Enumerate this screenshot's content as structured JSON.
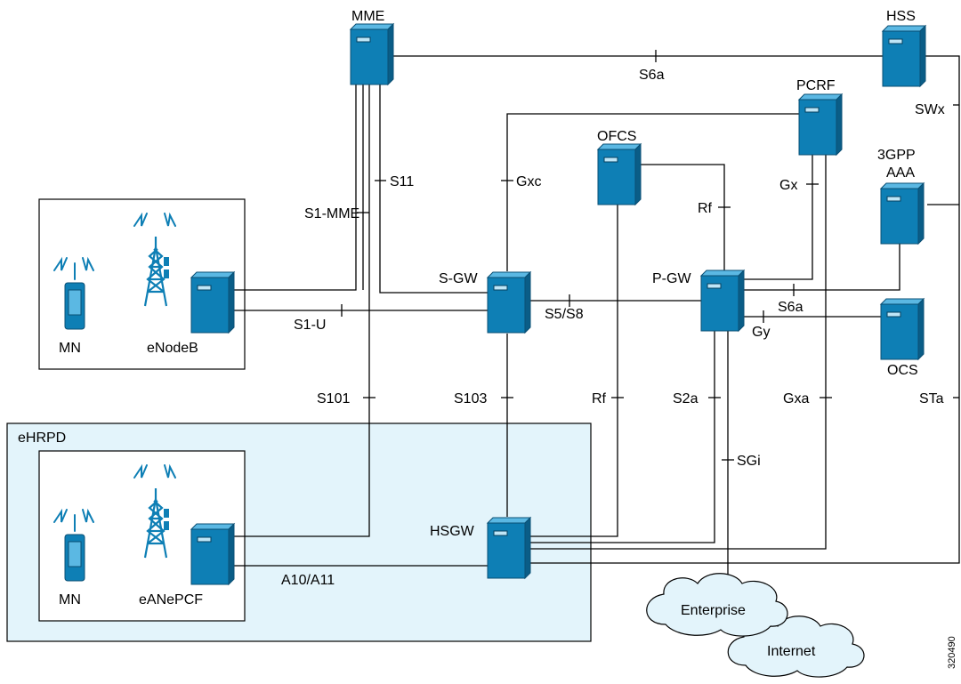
{
  "nodes": {
    "mme": "MME",
    "hss": "HSS",
    "pcrf": "PCRF",
    "ofcs": "OFCS",
    "aaa_line1": "3GPP",
    "aaa_line2": "AAA",
    "sgw": "S-GW",
    "pgw": "P-GW",
    "ocs": "OCS",
    "hsgw": "HSGW",
    "enodeb": "eNodeB",
    "mn_lte": "MN",
    "mn_ehrpd": "MN",
    "eanepcf": "eANePCF",
    "ehrpd_region": "eHRPD",
    "enterprise": "Enterprise",
    "internet": "Internet"
  },
  "interfaces": {
    "s6a_top": "S6a",
    "swx": "SWx",
    "s11": "S11",
    "s1_mme": "S1-MME",
    "gxc": "Gxc",
    "gx": "Gx",
    "rf_pgw": "Rf",
    "s1_u": "S1-U",
    "s5_s8": "S5/S8",
    "s6a_pgw": "S6a",
    "gy": "Gy",
    "s101": "S101",
    "s103": "S103",
    "rf_hsgw": "Rf",
    "s2a": "S2a",
    "gxa": "Gxa",
    "sta": "STa",
    "sgi": "SGi",
    "a10_a11": "A10/A11"
  },
  "figure_id": "320490",
  "colors": {
    "server": "#0e7fb5",
    "region_fill": "#e3f4fb"
  }
}
